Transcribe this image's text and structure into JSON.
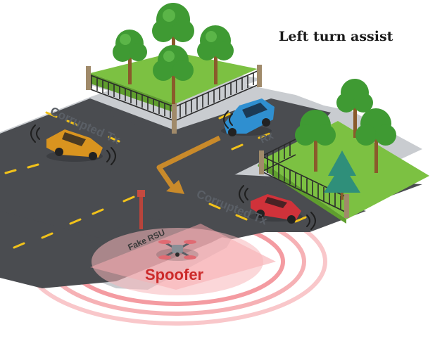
{
  "title": "Left turn assist",
  "labels": {
    "corrupted_tx_left": "Corrupted Tx",
    "corrupted_tx_right": "Corrupted Tx",
    "rx": "Rx",
    "fake_rsu": "Fake RSU",
    "spoofer": "Spoofer"
  },
  "colors": {
    "road": "#4a4c50",
    "curb": "#c9ccd0",
    "grass": "#7cc142",
    "lane_marking": "#f2c21a",
    "turn_arrow": "#c98a2a",
    "spoof_zone": "#f5a3a8",
    "spoofer_text": "#cc2a2a",
    "car_blue": "#2f8fd0",
    "car_orange": "#d9941f",
    "car_red": "#d0323a"
  },
  "icons": [
    "tree-icon",
    "pine-tree-icon",
    "fence-icon",
    "car-icon",
    "drone-icon",
    "rsu-pole-icon",
    "wireless-wave-icon"
  ]
}
